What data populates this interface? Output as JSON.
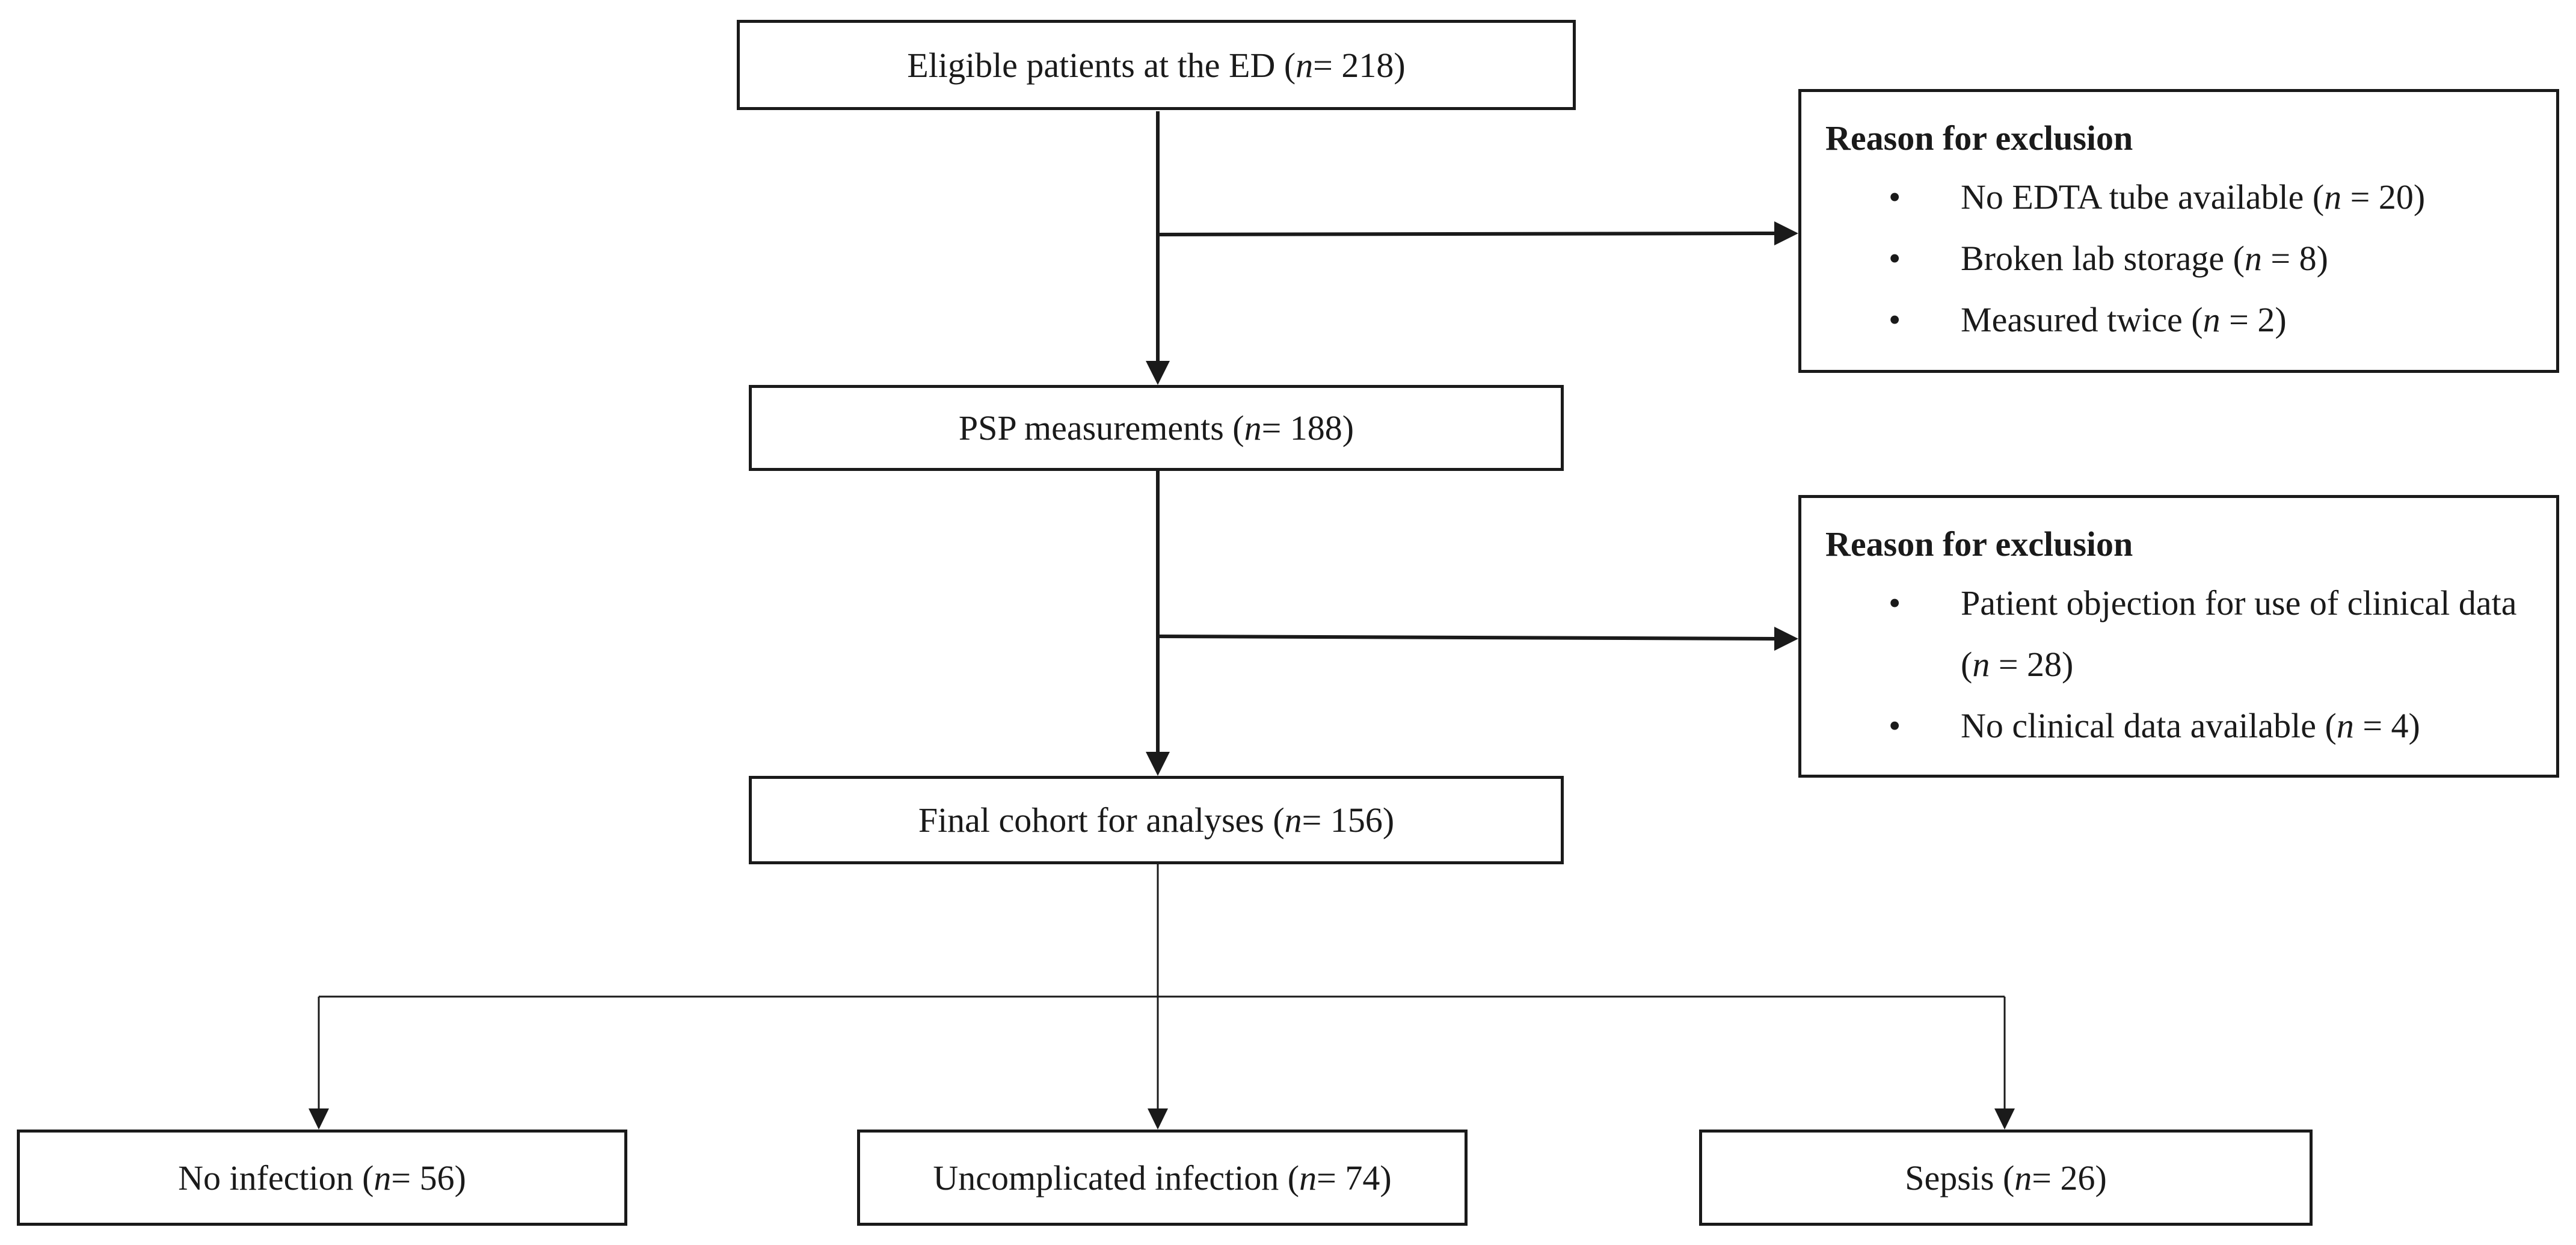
{
  "boxes": {
    "eligible": {
      "label": "Eligible patients at the ED (",
      "n_symbol": "n",
      "n_value": " = 218)"
    },
    "psp": {
      "label": "PSP measurements (",
      "n_symbol": "n",
      "n_value": " = 188)"
    },
    "final": {
      "label": "Final cohort for analyses (",
      "n_symbol": "n",
      "n_value": " = 156)"
    },
    "no_infection": {
      "label": "No infection (",
      "n_symbol": "n",
      "n_value": " = 56)"
    },
    "uncomplicated": {
      "label": "Uncomplicated infection (",
      "n_symbol": "n",
      "n_value": " = 74)"
    },
    "sepsis": {
      "label": "Sepsis (",
      "n_symbol": "n",
      "n_value": " = 26)"
    }
  },
  "exclusion_1": {
    "title": "Reason for exclusion",
    "items": [
      {
        "text": "No EDTA tube available (",
        "n_symbol": "n",
        "n_value": " = 20)"
      },
      {
        "text": "Broken lab storage (",
        "n_symbol": "n",
        "n_value": " = 8)"
      },
      {
        "text": "Measured twice (",
        "n_symbol": "n",
        "n_value": " = 2)"
      }
    ]
  },
  "exclusion_2": {
    "title": "Reason for exclusion",
    "items": [
      {
        "text": "Patient objection for use of clinical data (",
        "n_symbol": "n",
        "n_value": " = 28)"
      },
      {
        "text": "No clinical data available (",
        "n_symbol": "n",
        "n_value": " = 4)"
      }
    ]
  },
  "bullet_symbol": "•"
}
